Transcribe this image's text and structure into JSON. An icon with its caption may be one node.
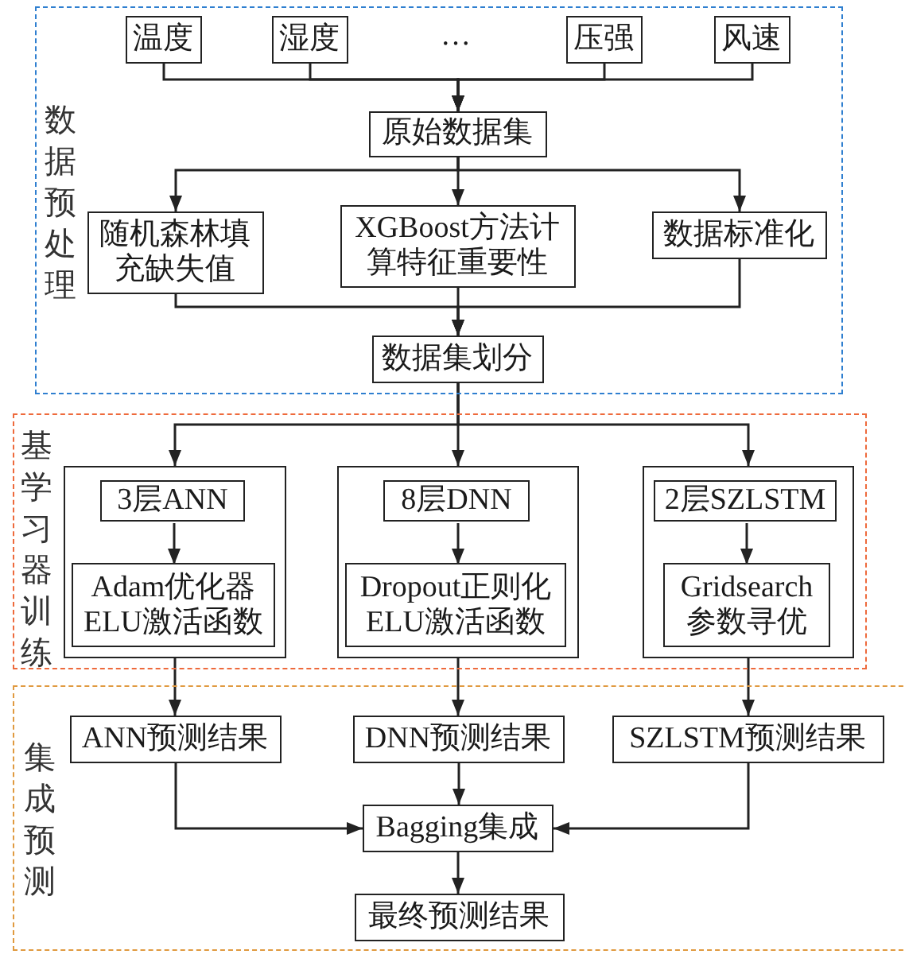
{
  "diagram": {
    "nodes": [
      {
        "text": [
          "数据预处理"
        ]
      },
      {
        "text": [
          "温度"
        ],
        "in": 0
      },
      {
        "text": [
          "湿度"
        ],
        "in": 0
      },
      {
        "text": [
          "压强"
        ],
        "in": 0
      },
      {
        "text": [
          "风速"
        ],
        "in": 0
      },
      {
        "text": [
          "原始数据集"
        ],
        "in": 0
      },
      {
        "text": [
          "随机森林填充缺失值"
        ],
        "in": 0
      },
      {
        "text": [
          "XGBoost方法计算特征重要性"
        ],
        "in": 0
      },
      {
        "text": [
          "数据标准化"
        ],
        "in": 0
      },
      {
        "text": [
          "数据集划分"
        ],
        "in": 0
      },
      {
        "text": [
          "基学习器训练"
        ]
      },
      {
        "text": [],
        "shape": "box",
        "in": 10
      },
      {
        "text": [
          "3层ANN"
        ],
        "in": 11
      },
      {
        "text": [
          "Adam优化器ELU激活函数"
        ],
        "in": 11
      },
      {
        "text": [],
        "shape": "box",
        "in": 10
      },
      {
        "text": [
          "8层DNN"
        ],
        "in": 14
      },
      {
        "text": [
          "Dropout正则化ELU激活函数"
        ],
        "in": 14
      },
      {
        "text": [],
        "shape": "box",
        "in": 10
      },
      {
        "text": [
          "2层SZLSTM"
        ],
        "in": 17
      },
      {
        "text": [
          "Gridsearch参数寻优"
        ],
        "in": 17
      },
      {
        "text": [
          "集成预测"
        ]
      },
      {
        "text": [
          "ANN预测结果"
        ],
        "in": 20
      },
      {
        "text": [
          "DNN预测结果"
        ],
        "in": 20
      },
      {
        "text": [
          "SZLSTM预测结果"
        ],
        "in": 20
      },
      {
        "text": [
          "Bagging集成"
        ],
        "in": 20
      },
      {
        "text": [
          "最终预测结果"
        ],
        "in": 20
      }
    ],
    "edges": [
      {
        "from": 1,
        "to": 5,
        "arrow": "to"
      },
      {
        "from": 2,
        "to": 5,
        "arrow": "to"
      },
      {
        "from": 3,
        "to": 5,
        "arrow": "to"
      },
      {
        "from": 4,
        "to": 5,
        "arrow": "to"
      },
      {
        "from": 5,
        "to": 6,
        "arrow": "to"
      },
      {
        "from": 5,
        "to": 7,
        "arrow": "to"
      },
      {
        "from": 5,
        "to": 8,
        "arrow": "to"
      },
      {
        "from": 6,
        "to": 9,
        "arrow": "to"
      },
      {
        "from": 7,
        "to": 9,
        "arrow": "to"
      },
      {
        "from": 8,
        "to": 9,
        "arrow": "to"
      },
      {
        "from": 9,
        "to": 11,
        "arrow": "to"
      },
      {
        "from": 9,
        "to": 14,
        "arrow": "to"
      },
      {
        "from": 9,
        "to": 17,
        "arrow": "to"
      },
      {
        "from": 12,
        "to": 13,
        "arrow": "to"
      },
      {
        "from": 15,
        "to": 16,
        "arrow": "to"
      },
      {
        "from": 18,
        "to": 19,
        "arrow": "to"
      },
      {
        "from": 11,
        "to": 21,
        "arrow": "to"
      },
      {
        "from": 14,
        "to": 22,
        "arrow": "to"
      },
      {
        "from": 17,
        "to": 23,
        "arrow": "to"
      },
      {
        "from": 21,
        "to": 24,
        "arrow": "to"
      },
      {
        "from": 22,
        "to": 24,
        "arrow": "to"
      },
      {
        "from": 23,
        "to": 24,
        "arrow": "to"
      },
      {
        "from": 24,
        "to": 25,
        "arrow": "to"
      }
    ],
    "labels": [
      "…"
    ]
  }
}
